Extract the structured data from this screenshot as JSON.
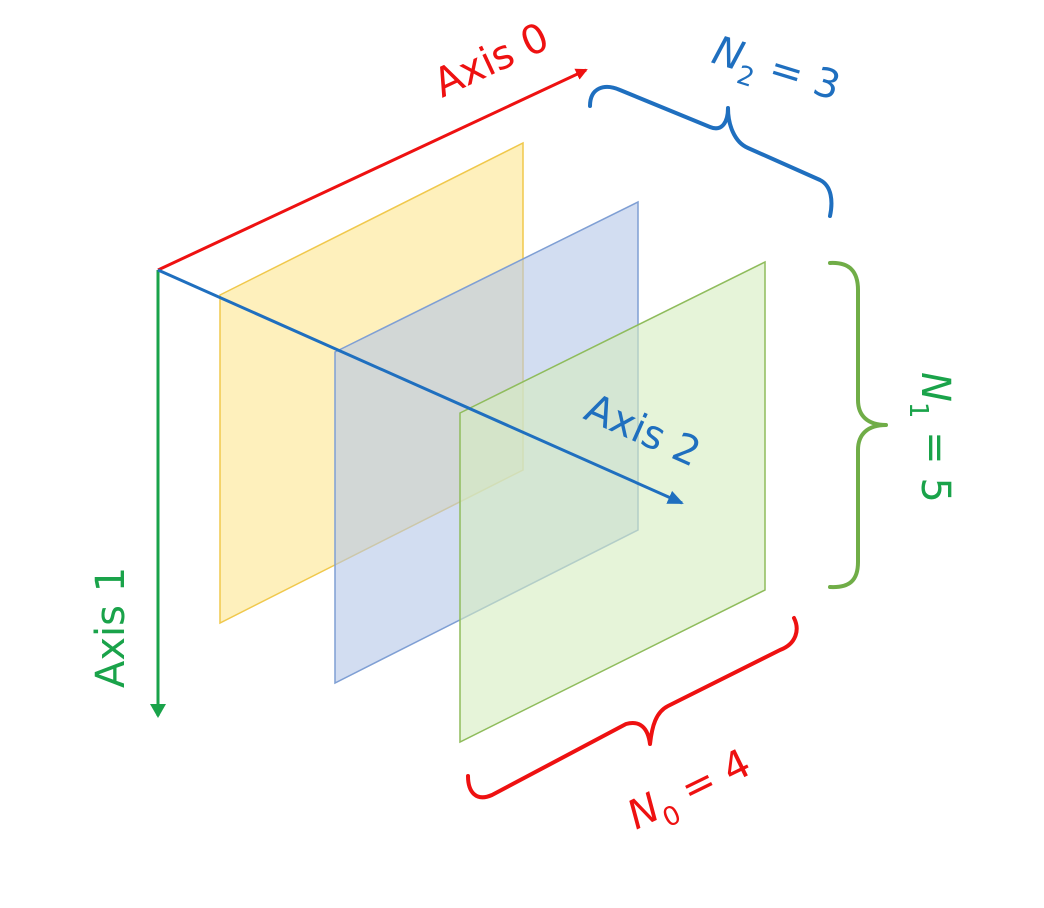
{
  "colors": {
    "axis0": "#ee1111",
    "axis1": "#1aa34a",
    "axis2": "#1f6fbf",
    "plane_yellow_fill": "#fde9a0",
    "plane_yellow_stroke": "#f0c84c",
    "plane_blue_fill": "#b4c7e7",
    "plane_blue_stroke": "#7f9fd4",
    "plane_green_fill": "#d5ecc0",
    "plane_green_stroke": "#8fbc5c",
    "brace_n1": "#70ad47"
  },
  "axes": {
    "axis0": "Axis 0",
    "axis1": "Axis 1",
    "axis2": "Axis 2"
  },
  "dimensions": {
    "n0": {
      "symbol": "N",
      "subscript": "0",
      "rest": " = 4"
    },
    "n1": {
      "symbol": "N",
      "subscript": "1",
      "rest": " = 5"
    },
    "n2": {
      "symbol": "N",
      "subscript": "2",
      "rest": " = 3"
    }
  }
}
